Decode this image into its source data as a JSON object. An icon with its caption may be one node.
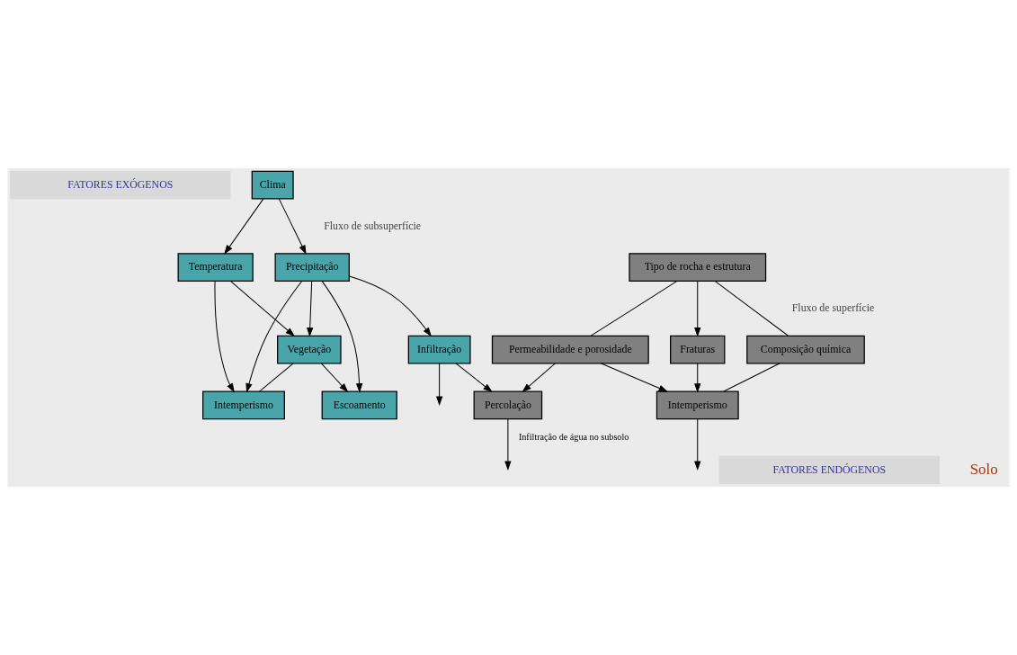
{
  "diagram": {
    "nodes": [
      {
        "text": [
          "FATORES EXÓGENOS"
        ]
      },
      {
        "text": [
          "Clima"
        ]
      },
      {
        "text": [
          "Vegetação"
        ]
      },
      {
        "text": [
          "Temperatura"
        ]
      },
      {
        "text": [
          "Precipitação"
        ]
      },
      {
        "text": [
          "Infiltração"
        ]
      },
      {
        "text": [
          "Percolação"
        ]
      },
      {
        "text": [
          "Intemperismo"
        ]
      },
      {
        "text": [
          "Intemperismo"
        ]
      },
      {
        "text": [
          "Escoamento"
        ]
      },
      {
        "text": [
          "Composição química"
        ]
      },
      {
        "text": [
          "Fraturas"
        ]
      },
      {
        "text": [
          "Permeabilidade e porosidade"
        ]
      },
      {
        "text": [
          "Tipo de rocha e estrutura"
        ]
      },
      {
        "text": [
          "FATORES ENDÓGENOS"
        ]
      }
    ],
    "edges": [
      {
        "from": 1,
        "to": 3,
        "arrow": "to"
      },
      {
        "from": 1,
        "to": 4,
        "arrow": "to"
      },
      {
        "from": 3,
        "to": 2,
        "arrow": "to"
      },
      {
        "from": 4,
        "to": 2,
        "arrow": "to"
      },
      {
        "from": 2,
        "to": 9,
        "arrow": "to"
      },
      {
        "from": 4,
        "to": 5,
        "arrow": "to"
      },
      {
        "from": 5,
        "to": null,
        "arrow": "to"
      },
      {
        "from": 5,
        "to": 6,
        "arrow": "to"
      },
      {
        "from": 2,
        "to": 7,
        "arrow": "none"
      },
      {
        "from": 4,
        "to": 7,
        "arrow": "to"
      },
      {
        "from": 3,
        "to": 7,
        "arrow": "to"
      },
      {
        "from": 4,
        "to": 9,
        "arrow": "to"
      },
      {
        "from": 6,
        "to": null,
        "arrow": "to",
        "label": "Infiltração de água no subsolo"
      },
      {
        "from": 8,
        "to": null,
        "arrow": "to"
      },
      {
        "from": 10,
        "to": 8,
        "arrow": "none"
      },
      {
        "from": 11,
        "to": 8,
        "arrow": "to"
      },
      {
        "from": 12,
        "to": 8,
        "arrow": "to"
      },
      {
        "from": 12,
        "to": 6,
        "arrow": "to"
      },
      {
        "from": 13,
        "to": 11,
        "arrow": "to"
      },
      {
        "from": 13,
        "to": 10,
        "arrow": "none"
      },
      {
        "from": 13,
        "to": 12,
        "arrow": "none"
      }
    ],
    "labels": [
      "Fluxo de subsuperfície",
      "Fluxo de superfície",
      "Solo"
    ]
  }
}
